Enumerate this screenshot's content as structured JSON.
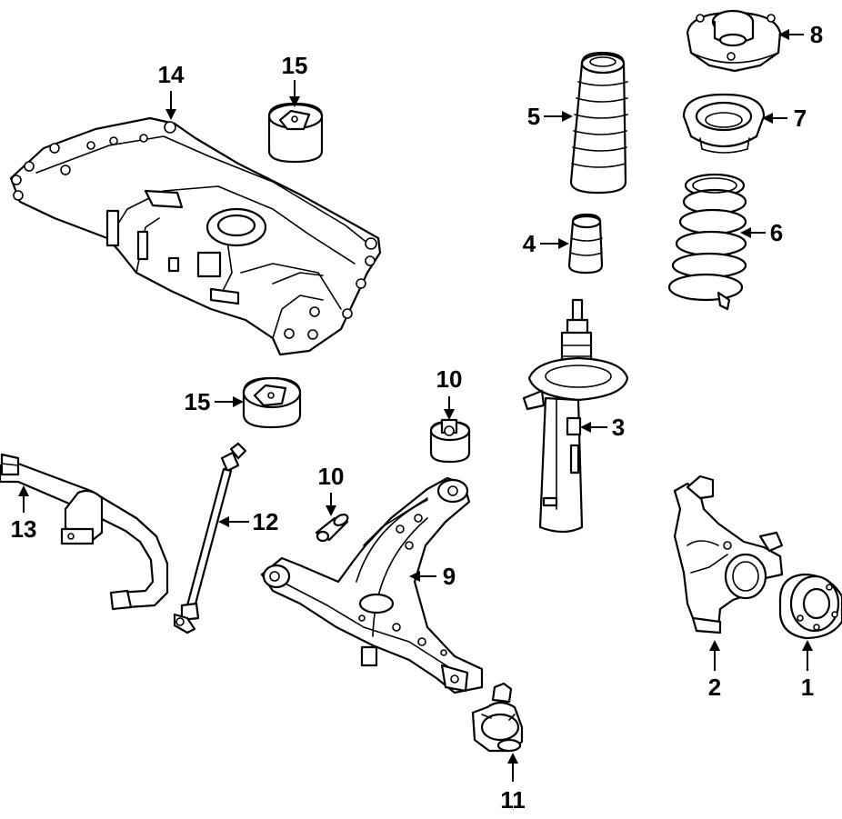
{
  "callouts": {
    "c1": "1",
    "c2": "2",
    "c3": "3",
    "c4": "4",
    "c5": "5",
    "c6": "6",
    "c7": "7",
    "c8": "8",
    "c9": "9",
    "c10_upper": "10",
    "c10_lower": "10",
    "c11": "11",
    "c12": "12",
    "c13": "13",
    "c14": "14",
    "c15_upper": "15",
    "c15_lower": "15"
  }
}
